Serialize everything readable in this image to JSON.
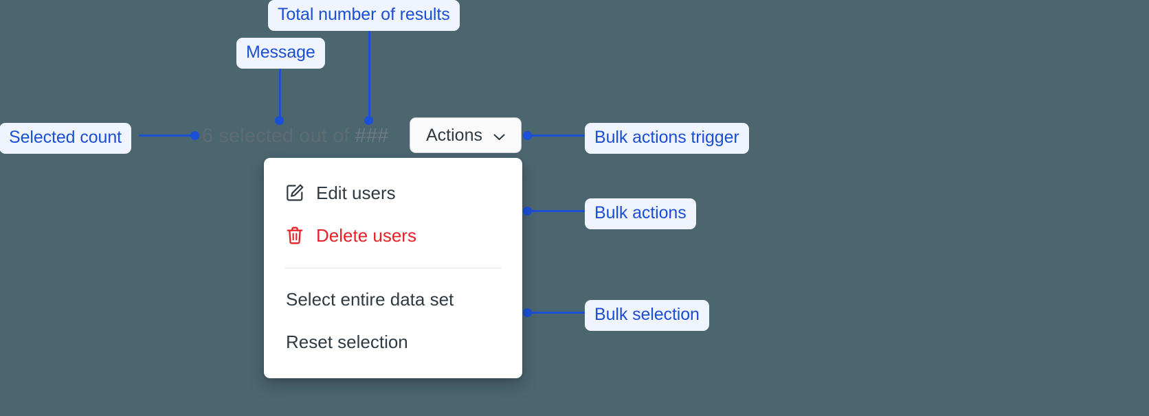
{
  "background_color": "#4c6670",
  "accent_color": "#1a4fd6",
  "callout_bg": "#eff4fe",
  "danger_color": "#e82127",
  "selection_bar": {
    "message_count": "6 selected out of ",
    "message_total": "###",
    "full_message": "6 selected out of ###",
    "selected_count": "6",
    "total_results": "###"
  },
  "actions_button": {
    "label": "Actions",
    "icon": "chevron-down-icon"
  },
  "actions_menu": {
    "bulk_actions": [
      {
        "label": "Edit users",
        "icon": "edit-pencil-icon",
        "variant": "default"
      },
      {
        "label": "Delete users",
        "icon": "trash-icon",
        "variant": "danger"
      }
    ],
    "bulk_selection": [
      {
        "label": "Select entire data set",
        "icon": "",
        "variant": "default"
      },
      {
        "label": "Reset selection",
        "icon": "",
        "variant": "default"
      }
    ]
  },
  "annotations": [
    {
      "id": "total-number-of-results",
      "label": "Total number of results"
    },
    {
      "id": "message",
      "label": "Message"
    },
    {
      "id": "selected-count",
      "label": "Selected count"
    },
    {
      "id": "bulk-actions-trigger",
      "label": "Bulk actions trigger"
    },
    {
      "id": "bulk-actions",
      "label": "Bulk actions"
    },
    {
      "id": "bulk-selection",
      "label": "Bulk selection"
    }
  ]
}
